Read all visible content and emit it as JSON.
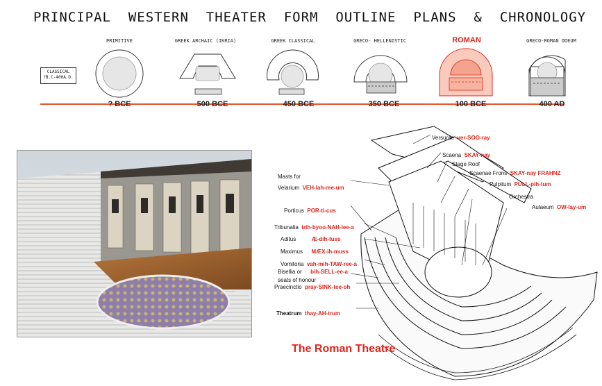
{
  "title": "PRINCIPAL  WESTERN  THEATER  FORM  OUTLINE  PLANS  &  CHRONOLOGY",
  "classical_box": {
    "line1": "CLASSICAL",
    "line2": "?B.C-400A.D."
  },
  "plans": [
    {
      "label": "PRIMITIVE",
      "date": "? BCE"
    },
    {
      "label": "GREEK ARCHAIC (IKRIA)",
      "date": "500 BCE"
    },
    {
      "label": "GREEK CLASSICAL",
      "date": "450 BCE"
    },
    {
      "label": "GRECO- HELLENISTIC",
      "date": "350 BCE"
    },
    {
      "label": "ROMAN",
      "date": "100 BCE"
    },
    {
      "label": "GRECO-ROMAN ODEUM",
      "date": "400 AD"
    }
  ],
  "diagram": {
    "labels": [
      {
        "text": "Versurae",
        "pron": "ver-SOO-ray"
      },
      {
        "text": "Scaena",
        "pron": "SKAY-nay"
      },
      {
        "text": "Stage Roof",
        "pron": ""
      },
      {
        "text": "Scaenae Frons",
        "pron": "SKAY-nay FRAHNZ"
      },
      {
        "text": "Pulpitum",
        "pron": "PULL-pih-tum"
      },
      {
        "text": "Orchestra",
        "pron": ""
      },
      {
        "text": "Aulaeum",
        "pron": "OW-lay-um"
      },
      {
        "text": "Masts for",
        "text2": "Velarium",
        "pron": "VEH-lah-ree-um"
      },
      {
        "text": "Porticus",
        "pron": "POR-ti-cus"
      },
      {
        "text": "Tribunalia",
        "pron": "trih-byoo-NAH-lee-a"
      },
      {
        "text": "Aditus",
        "text2": "Maximus",
        "pron": "Æ-dih-tuss",
        "pron2": "MÆX-ih-muss"
      },
      {
        "text": "Vomitoria",
        "pron": "vah-mih-TAW-ree-a"
      },
      {
        "text": "Bisellia or",
        "text2": "seats of honour",
        "pron": "bih-SELL-ee-a"
      },
      {
        "text": "Praecinctio",
        "pron": "pray-SINK-tee-oh"
      },
      {
        "text": "Theatrum",
        "pron": "thay-AH-trum"
      }
    ]
  },
  "caption": "The Roman Theatre",
  "colors": {
    "accent": "#e3241b",
    "timeline": "#e8542a"
  }
}
